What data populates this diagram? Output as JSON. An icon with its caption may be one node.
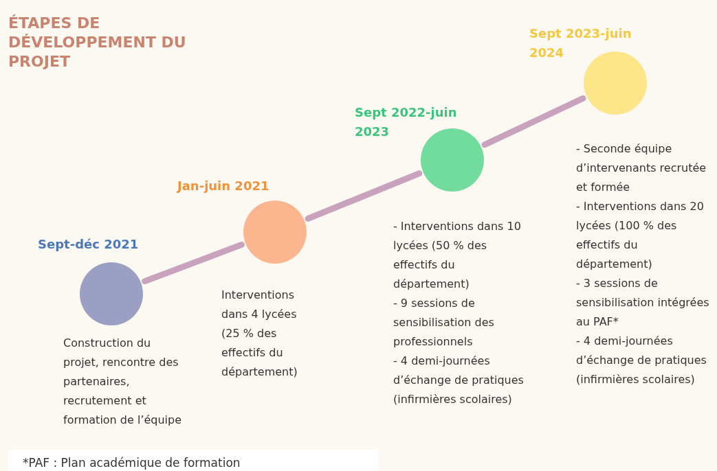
{
  "diagram": {
    "title": "ÉTAPES DE DÉVELOPPEMENT DU PROJET",
    "caption": "*PAF : Plan académique de formation",
    "nodes": [
      {
        "text": [],
        "shape": "circle",
        "beside": [
          "Sept-déc 2021",
          "Construction du projet, rencontre des partenaires, recrutement et formation de l’équipe"
        ]
      },
      {
        "text": [],
        "shape": "circle",
        "beside": [
          "Jan-juin 2021",
          "Interventions dans 4 lycées (25 % des effectifs du département)"
        ]
      },
      {
        "text": [],
        "shape": "circle",
        "beside": [
          "Sept 2022-juin 2023",
          "- Interventions dans 10 lycées (50 % des effectifs du département)",
          "- 9 sessions de sensibilisation des professionnels",
          "- 4 demi-journées d’échange de pratiques (infirmières scolaires)"
        ]
      },
      {
        "text": [],
        "shape": "circle",
        "beside": [
          "Sept 2023-juin 2024",
          "- Seconde équipe d’intervenants recrutée et formée",
          "- Interventions dans 20 lycées (100 % des effectifs du département)",
          "- 3 sessions de sensibilisation intégrées au PAF*",
          "- 4 demi-journées d’échange de pratiques (infirmières scolaires)"
        ]
      }
    ],
    "edges": [
      {
        "from": 0,
        "to": 1,
        "arrow": "none"
      },
      {
        "from": 1,
        "to": 2,
        "arrow": "none"
      },
      {
        "from": 2,
        "to": 3,
        "arrow": "none"
      }
    ]
  }
}
